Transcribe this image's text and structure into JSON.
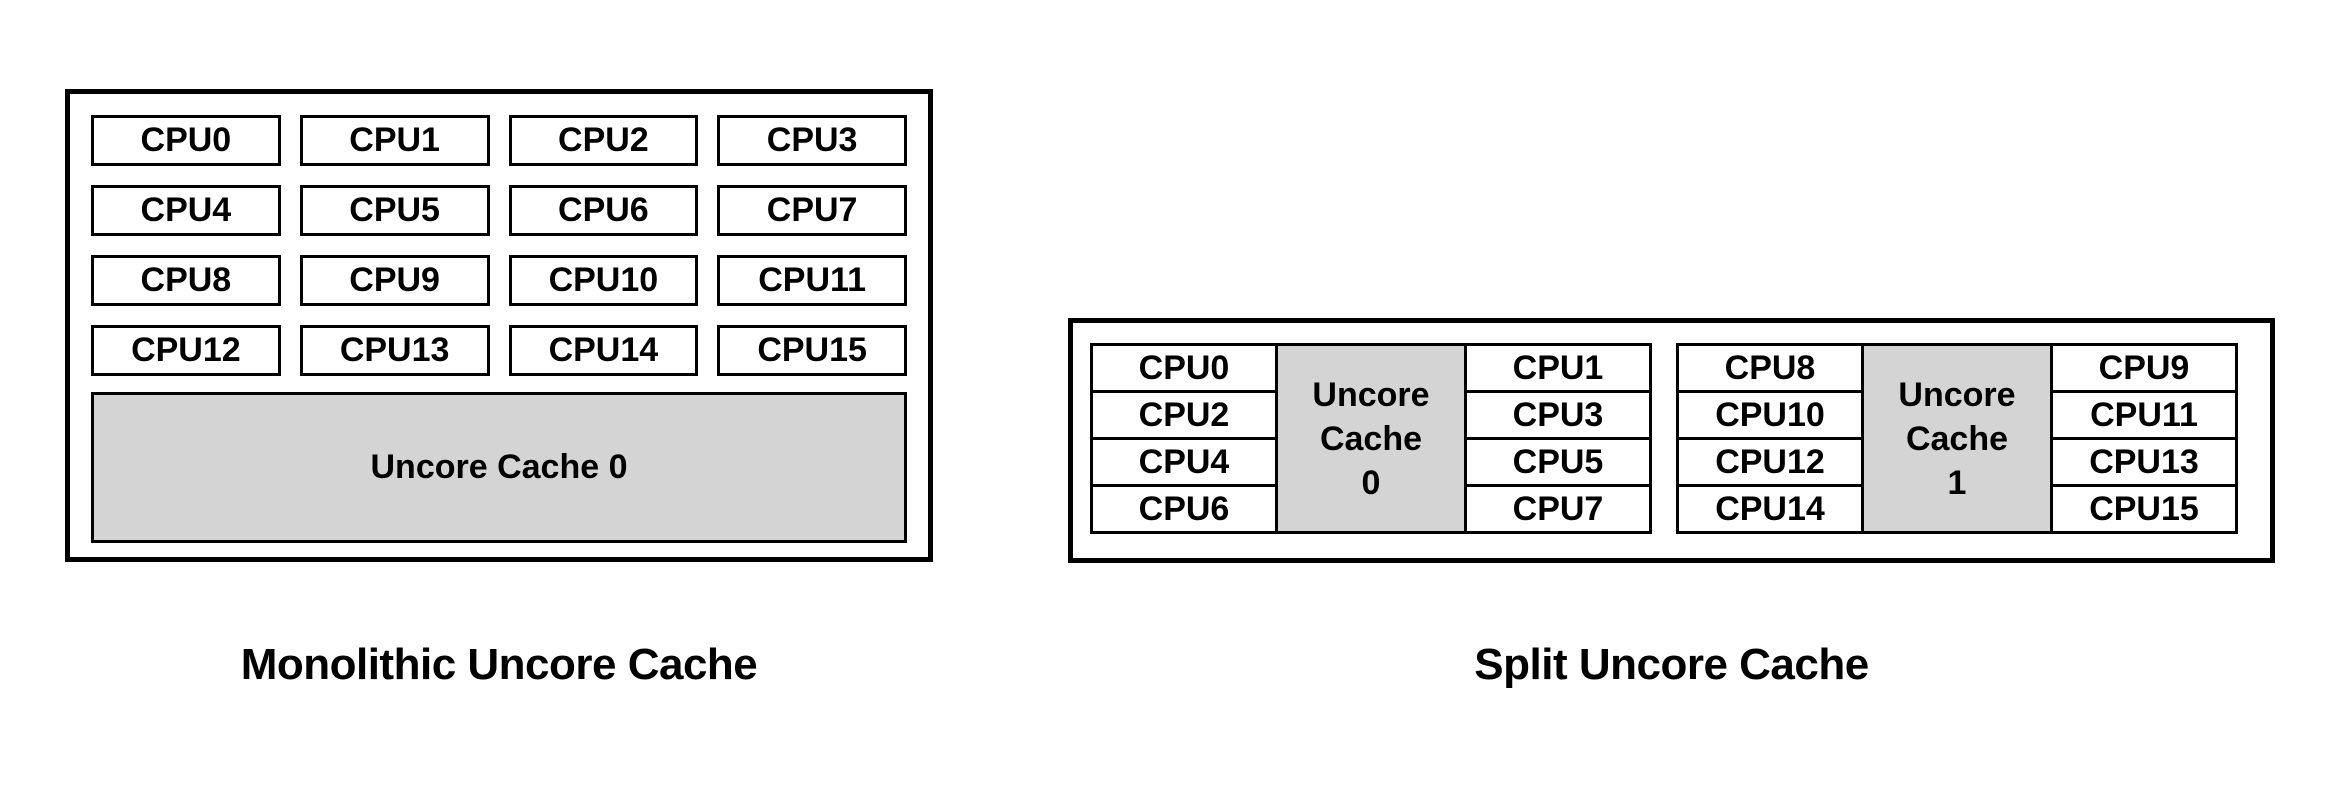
{
  "colors": {
    "background": "#ffffff",
    "border": "#000000",
    "text": "#000000",
    "cache_fill": "#d4d4d4"
  },
  "monolithic": {
    "caption": "Monolithic Uncore Cache",
    "cache_label": "Uncore Cache 0",
    "cpus": [
      "CPU0",
      "CPU1",
      "CPU2",
      "CPU3",
      "CPU4",
      "CPU5",
      "CPU6",
      "CPU7",
      "CPU8",
      "CPU9",
      "CPU10",
      "CPU11",
      "CPU12",
      "CPU13",
      "CPU14",
      "CPU15"
    ]
  },
  "split": {
    "caption": "Split Uncore Cache",
    "clusters": [
      {
        "left_cpus": [
          "CPU0",
          "CPU2",
          "CPU4",
          "CPU6"
        ],
        "cache_lines": [
          "Uncore",
          "Cache",
          "0"
        ],
        "right_cpus": [
          "CPU1",
          "CPU3",
          "CPU5",
          "CPU7"
        ]
      },
      {
        "left_cpus": [
          "CPU8",
          "CPU10",
          "CPU12",
          "CPU14"
        ],
        "cache_lines": [
          "Uncore",
          "Cache",
          "1"
        ],
        "right_cpus": [
          "CPU9",
          "CPU11",
          "CPU13",
          "CPU15"
        ]
      }
    ]
  }
}
